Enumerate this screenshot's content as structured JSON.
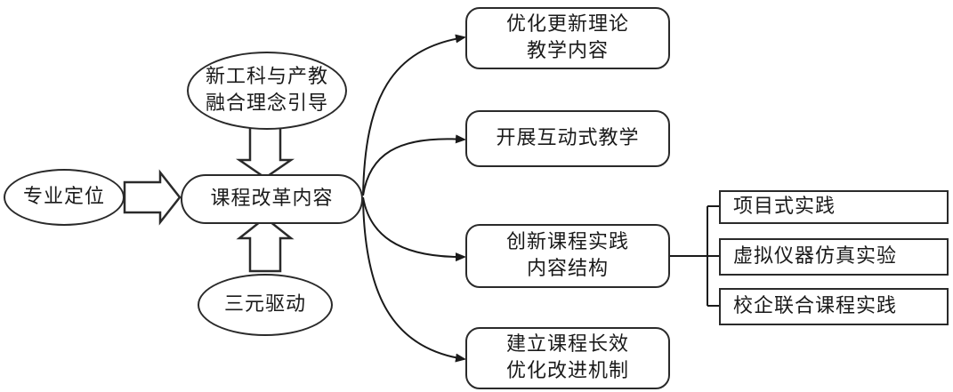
{
  "diagram": {
    "inputs": {
      "top": "新工科与产教\n融合理念引导",
      "left": "专业定位",
      "bottom": "三元驱动"
    },
    "center": "课程改革内容",
    "outcomes": [
      "优化更新理论\n教学内容",
      "开展互动式教学",
      "创新课程实践\n内容结构",
      "建立课程长效\n优化改进机制"
    ],
    "practice_items": [
      "项目式实践",
      "虚拟仪器仿真实验",
      "校企联合课程实践"
    ]
  }
}
